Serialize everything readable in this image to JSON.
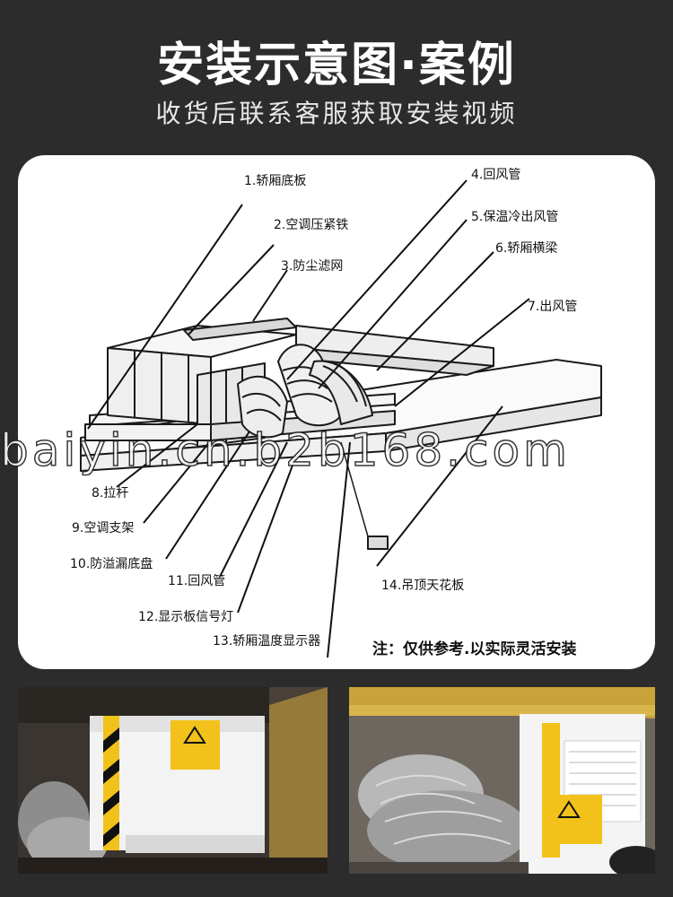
{
  "header": {
    "title": "安装示意图·案例",
    "subtitle": "收货后联系客服获取安装视频"
  },
  "diagram": {
    "labels": [
      {
        "id": "1",
        "text": "1.轿厢底板"
      },
      {
        "id": "2",
        "text": "2.空调压紧铁"
      },
      {
        "id": "3",
        "text": "3.防尘滤网"
      },
      {
        "id": "4",
        "text": "4.回风管"
      },
      {
        "id": "5",
        "text": "5.保温冷出风管"
      },
      {
        "id": "6",
        "text": "6.轿厢横梁"
      },
      {
        "id": "7",
        "text": "7.出风管"
      },
      {
        "id": "8",
        "text": "8.拉杆"
      },
      {
        "id": "9",
        "text": "9.空调支架"
      },
      {
        "id": "10",
        "text": "10.防溢漏底盘"
      },
      {
        "id": "11",
        "text": "11.回风管"
      },
      {
        "id": "12",
        "text": "12.显示板信号灯"
      },
      {
        "id": "13",
        "text": "13.轿厢温度显示器"
      },
      {
        "id": "14",
        "text": "14.吊顶天花板"
      }
    ],
    "note": "注：仅供参考.以实际灵活安装"
  },
  "watermark": "baiyin.cn.b2b168.com",
  "colors": {
    "background": "#2c2c2c",
    "panel": "#ffffff",
    "warning_yellow": "#f2c21b",
    "hazard_black": "#111111"
  }
}
